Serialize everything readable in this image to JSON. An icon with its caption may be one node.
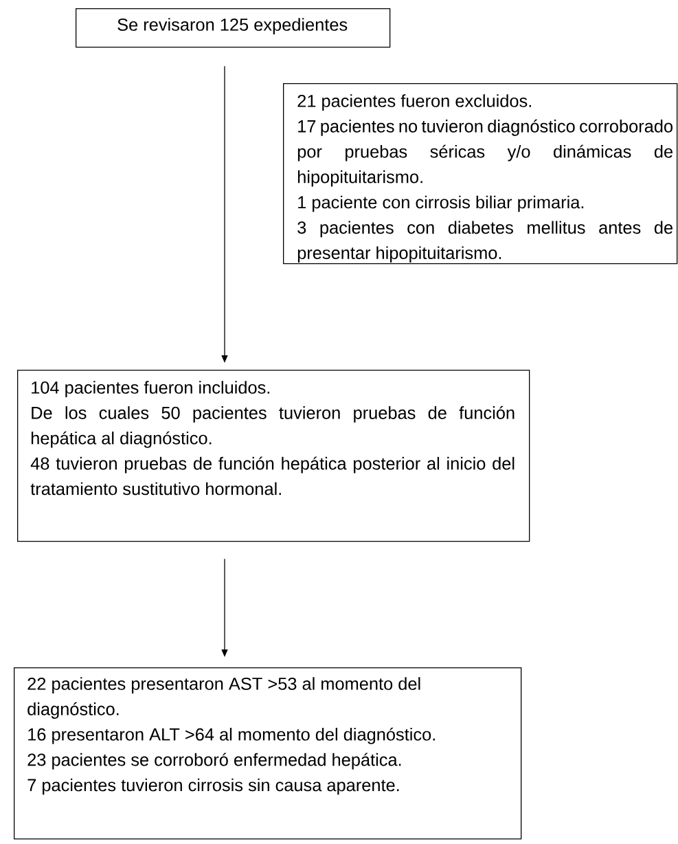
{
  "diagram": {
    "nodes": [
      {
        "text": [
          "Se revisaron 125 expedientes"
        ]
      },
      {
        "text": [
          "21 pacientes fueron excluidos.",
          "17 pacientes no tuvieron diagnóstico corroborado por pruebas séricas y/o dinámicas de hipopituitarismo.",
          "1 paciente con cirrosis biliar primaria.",
          "3 pacientes con diabetes mellitus antes de presentar hipopituitarismo."
        ]
      },
      {
        "text": [
          "104 pacientes fueron incluidos.",
          "De los cuales 50 pacientes tuvieron pruebas de función hepática al diagnóstico.",
          "48 tuvieron pruebas de función hepática posterior al inicio del tratamiento sustitutivo hormonal."
        ]
      },
      {
        "text": [
          "22 pacientes presentaron AST >53 al momento del diagnóstico.",
          "16 presentaron ALT >64 al momento del diagnóstico.",
          "23 pacientes se corroboró enfermedad hepática.",
          "7 pacientes tuvieron cirrosis sin causa aparente."
        ]
      }
    ],
    "edges": [
      {
        "from": 0,
        "to": 2,
        "arrow": "to"
      },
      {
        "from": 2,
        "to": 3,
        "arrow": "to"
      }
    ]
  }
}
